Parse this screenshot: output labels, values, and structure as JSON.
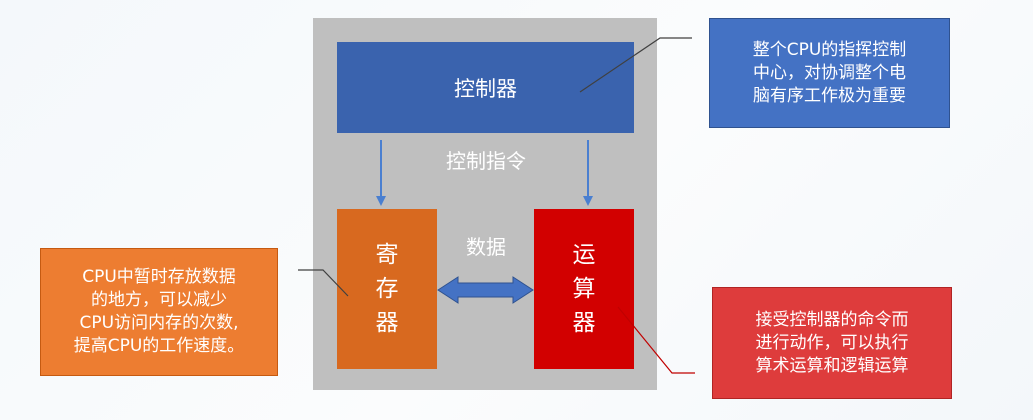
{
  "diagram": {
    "controller_label": "控制器",
    "control_signal_label": "控制指令",
    "data_label": "数据",
    "register_label": [
      "寄",
      "存",
      "器"
    ],
    "alu_label": [
      "运",
      "算",
      "器"
    ]
  },
  "callouts": {
    "controller": [
      "整个CPU的指挥控制",
      "中心，对协调整个电",
      "脑有序工作极为重要"
    ],
    "register": [
      "CPU中暂时存放数据",
      "的地方，可以减少",
      "CPU访问内存的次数,",
      "提高CPU的工作速度。"
    ],
    "alu": [
      "接受控制器的命令而",
      "进行动作，可以执行",
      "算术运算和逻辑运算"
    ]
  },
  "colors": {
    "frame": "#bfbfbf",
    "controller": "#3a63ae",
    "register": "#d8691f",
    "alu": "#d20000",
    "arrow": "#4a7fd0",
    "controller_callout": "#4472c4",
    "register_callout": "#ed7d31",
    "alu_callout": "#de3c3c"
  }
}
